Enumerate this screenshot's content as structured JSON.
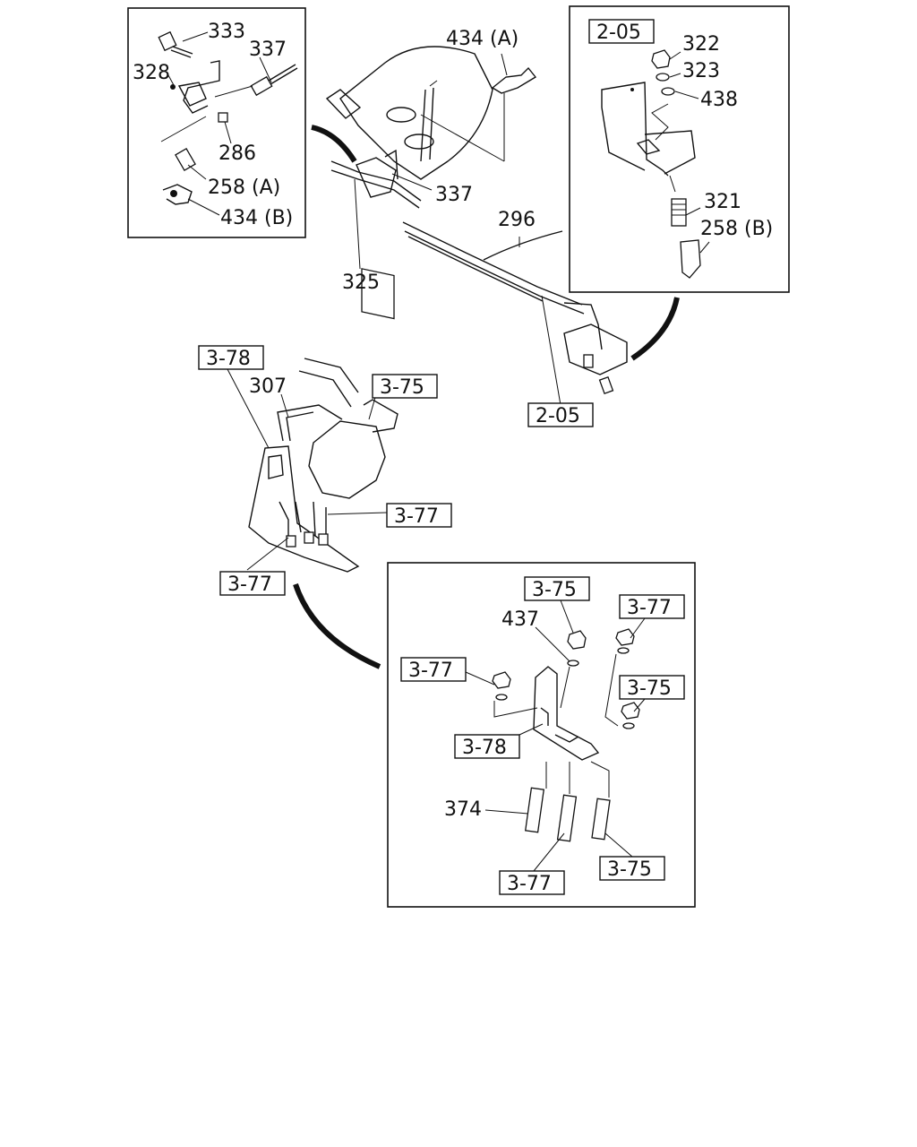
{
  "callouts": {
    "c333": "333",
    "c337a": "337",
    "c328": "328",
    "c286": "286",
    "c258a": "258 (A)",
    "c434b": "434 (B)",
    "c434a": "434 (A)",
    "c337b": "337",
    "c296": "296",
    "c325": "325",
    "c322": "322",
    "c323": "323",
    "c438": "438",
    "c321": "321",
    "c258b": "258 (B)",
    "c307": "307",
    "c437": "437",
    "c374": "374"
  },
  "refs": {
    "r205a": "2-05",
    "r205b": "2-05",
    "r378a": "3-78",
    "r375a": "3-75",
    "r377a": "3-77",
    "r377b": "3-77",
    "r375b": "3-75",
    "r377c": "3-77",
    "r377d": "3-77",
    "r375c": "3-75",
    "r378b": "3-78",
    "r377e": "3-77",
    "r375d": "3-75"
  }
}
